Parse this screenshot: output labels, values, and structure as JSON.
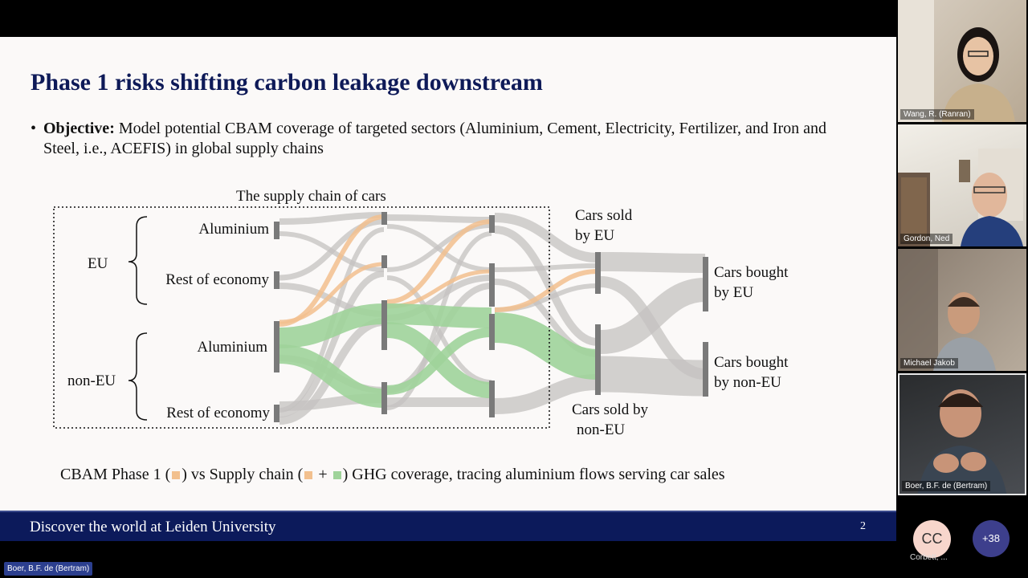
{
  "slide": {
    "title": "Phase 1 risks shifting carbon leakage downstream",
    "bullet_dot": "•",
    "bullet_bold": "Objective:",
    "bullet_text": " Model potential CBAM coverage of targeted sectors (Aluminium, Cement, Electricity, Fertilizer, and Iron and Steel, i.e., ACEFIS) in global supply chains",
    "footer_text": "Discover the world at Leiden University",
    "page_number": "2",
    "caption": {
      "part1": "CBAM Phase 1 (",
      "part2": ") vs Supply chain (",
      "plus": " + ",
      "part3": ") GHG coverage, tracing aluminium flows serving car sales"
    }
  },
  "diagram": {
    "box_title": "The supply chain of cars",
    "region_eu": "EU",
    "region_non_eu": "non-EU",
    "nodes": {
      "eu_aluminium": "Aluminium",
      "eu_rest": "Rest of economy",
      "noneu_aluminium": "Aluminium",
      "noneu_rest": "Rest of economy",
      "sold_eu_1": "Cars sold",
      "sold_eu_2": "by EU",
      "sold_noneu_1": "Cars sold by",
      "sold_noneu_2": "non-EU",
      "bought_eu_1": "Cars bought",
      "bought_eu_2": "by EU",
      "bought_noneu_1": "Cars bought",
      "bought_noneu_2": "by non-EU"
    },
    "colors": {
      "phase1_orange": "#f2c08e",
      "supply_green": "#9fd39a",
      "flow_gray": "#c4c2c0",
      "node_gray": "#7a7a7a"
    }
  },
  "participants": [
    {
      "name": "Wang, R. (Ranran)"
    },
    {
      "name": "Gordon, Ned"
    },
    {
      "name": "Michael Jakob"
    },
    {
      "name": "Boer, B.F. de (Bertram)"
    }
  ],
  "more": {
    "avatar_initials": "CC",
    "avatar_name": "Corbett, ...",
    "count": "+38"
  },
  "active_speaker": "Boer, B.F. de (Bertram)"
}
